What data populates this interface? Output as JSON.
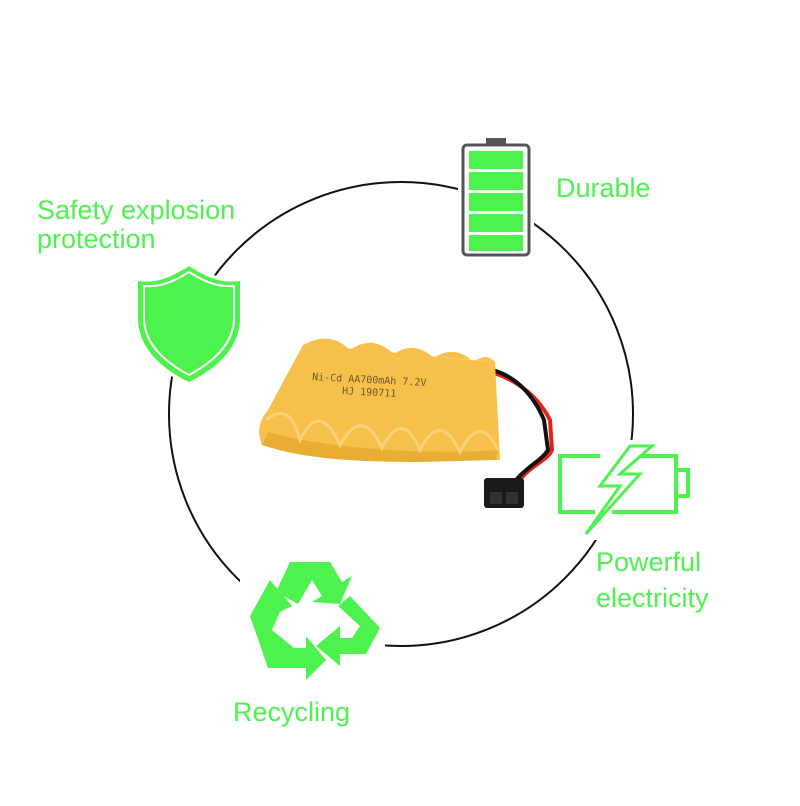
{
  "colors": {
    "accent": "#4ef24e",
    "circle": "#111111",
    "pack": "#f7c04a",
    "wire_red": "#e2231a",
    "connector": "#1a1a1a"
  },
  "features": {
    "safety": {
      "line1": "Safety explosion",
      "line2": "protection",
      "icon": "shield-icon"
    },
    "durable": {
      "label": "Durable",
      "icon": "battery-full-icon"
    },
    "power": {
      "line1": "Powerful",
      "line2": "electricity",
      "icon": "battery-charging-icon"
    },
    "recycling": {
      "label": "Recycling",
      "icon": "recycle-icon"
    }
  },
  "product": {
    "line1": "Ni-Cd AA700mAh 7.2V",
    "line2": "HJ 190711"
  }
}
